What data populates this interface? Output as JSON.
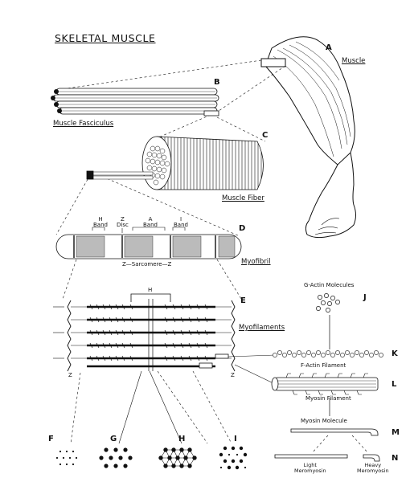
{
  "title": "SKELETAL MUSCLE",
  "letters": {
    "A": "A",
    "B": "B",
    "C": "C",
    "D": "D",
    "E": "E",
    "F": "F",
    "G": "G",
    "H": "H",
    "I": "I",
    "J": "J",
    "K": "K",
    "L": "L",
    "M": "M",
    "N": "N"
  },
  "labels": {
    "muscle": "Muscle",
    "fasciculus": "Muscle Fasciculus",
    "fiber": "Muscle Fiber",
    "myofibril": "Myofibril",
    "myofilaments": "Myofilaments",
    "sarcomere": "Z—Sarcomere—Z",
    "h_band": "H\nBand",
    "z_disc": "Z\nDisc",
    "a_band": "A\nBand",
    "i_band": "I\nBand",
    "h_small": "H",
    "z_left": "Z",
    "z_right": "Z",
    "g_actin": "G-Actin Molecules",
    "f_actin": "F-Actin Filament",
    "myosin_filament": "Myosin Filament",
    "myosin_molecule": "Myosin Molecule",
    "light_mero": "Light\nMeromyosin",
    "heavy_mero": "Heavy\nMeromyosin"
  },
  "colors": {
    "ink": "#111111",
    "paper": "#ffffff"
  }
}
